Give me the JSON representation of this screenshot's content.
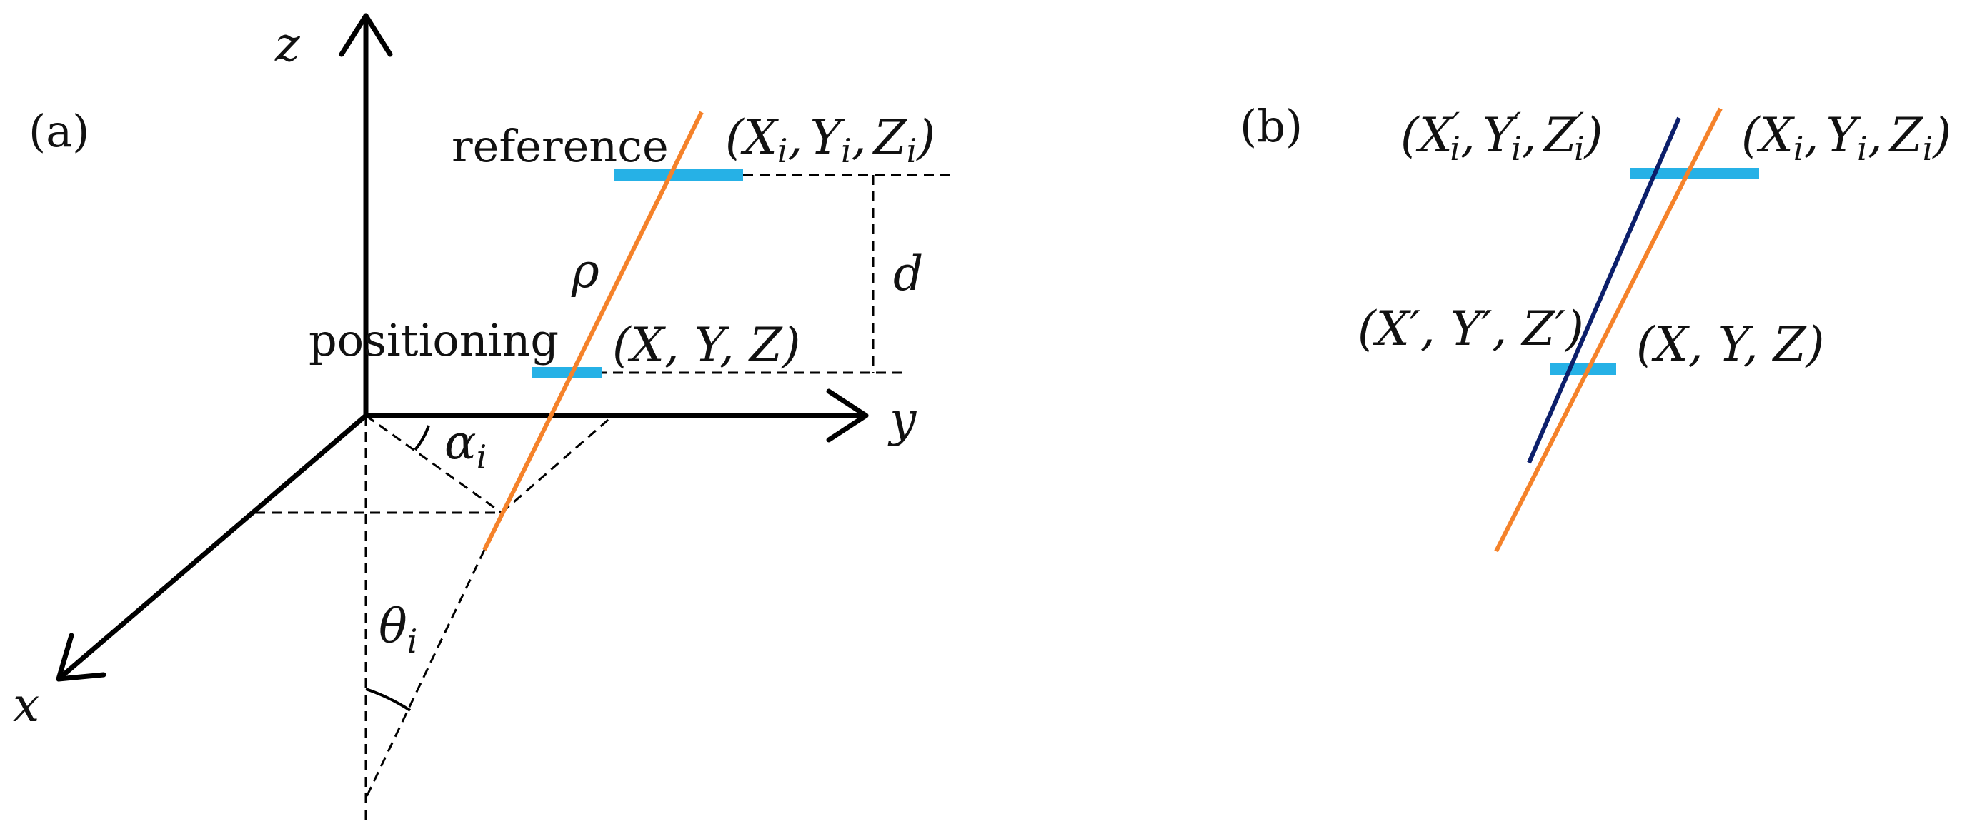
{
  "panel_a": {
    "label": "(a)",
    "axis_z": "z",
    "axis_y": "y",
    "axis_x": "x",
    "reference_label": "reference",
    "positioning_label": "positioning",
    "rho": "ρ",
    "d": "d",
    "alpha": {
      "base": "α",
      "sub": "i"
    },
    "theta": {
      "base": "θ",
      "sub": "i"
    },
    "ref_point": {
      "open": "(",
      "X": "X",
      "Y": "Y",
      "Z": "Z",
      "sub": "i",
      "comma": ",",
      "close": ")"
    },
    "pos_point": "(X, Y, Z)"
  },
  "panel_b": {
    "label": "(b)",
    "ref_prime": {
      "open": "(",
      "X": "X",
      "Y": "Y",
      "Z": "Z",
      "prime": "′",
      "sub": "i",
      "comma": ",",
      "close": ")"
    },
    "ref_point": {
      "open": "(",
      "X": "X",
      "Y": "Y",
      "Z": "Z",
      "sub": "i",
      "comma": ",",
      "close": ")"
    },
    "pos_prime": "(X′, Y′, Z′)",
    "pos_point": "(X, Y, Z)"
  },
  "colors": {
    "track": "#f5822a",
    "shifted_track": "#0c1f6b",
    "detector_plane": "#26b1e6",
    "axes": "#000000"
  }
}
